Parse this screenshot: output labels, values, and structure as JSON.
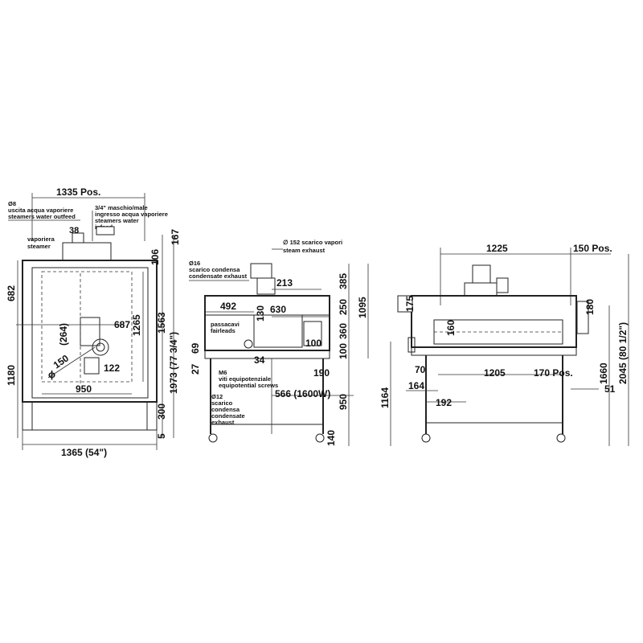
{
  "front": {
    "d1335": "1335 Pos.",
    "d1365": "1365 (54\")",
    "d950": "950",
    "d682": "682",
    "d1180": "1180",
    "d106": "106",
    "d167": "167",
    "d1265": "1265",
    "d1563": "1563",
    "d1973": "1973 (77 3/4\")",
    "d300": "300",
    "d5": "5",
    "d38": "38",
    "d687": "687",
    "d264": "(264)",
    "d150": "150",
    "phi": "ϕ",
    "d122": "122",
    "n8": "Ø8",
    "n8_it": "uscita acqua vaporiere",
    "n8_en": "steamers water outfeed",
    "n34_1": "3/4\" maschio/male",
    "n34_2": "ingresso acqua vaporiere",
    "n34_3": "steamers water",
    "n34_4": "infeed",
    "vap_it": "vaporiera",
    "vap_en": "steamer"
  },
  "side": {
    "d152": "∅ 152 scarico vapori",
    "d152_en": "steam exhaust",
    "d16": "Ø16",
    "d16_it": "scarico condensa",
    "d16_en": "condensate exhaust",
    "d213": "213",
    "d385": "385",
    "d1095": "1095",
    "d492": "492",
    "d630": "630",
    "d130": "130",
    "d250": "250",
    "d360": "360",
    "d100v": "100",
    "d69": "69",
    "d27": "27",
    "d100": "100",
    "d34": "34",
    "d190": "190",
    "d566": "566 (1600W)",
    "d950": "950",
    "d140": "140",
    "pc_it": "passacavi",
    "pc_en": "fairleads",
    "m6_1": "M6",
    "m6_2": "viti equipotenziale",
    "m6_3": "equipotential screws",
    "d12": "Ø12",
    "d12_2": "scarico",
    "d12_3": "condensa",
    "d12_4": "condensate",
    "d12_5": "exhaust"
  },
  "rear": {
    "d1225": "1225",
    "d150pos": "150 Pos.",
    "d175": "175",
    "d180": "180",
    "d160": "160",
    "d70": "70",
    "d1205": "1205",
    "d170pos": "170 Pos.",
    "d164": "164",
    "d192": "192",
    "d51": "51",
    "d1164": "1164",
    "d1660": "1660",
    "d2045": "2045 (80 1/2\")"
  }
}
